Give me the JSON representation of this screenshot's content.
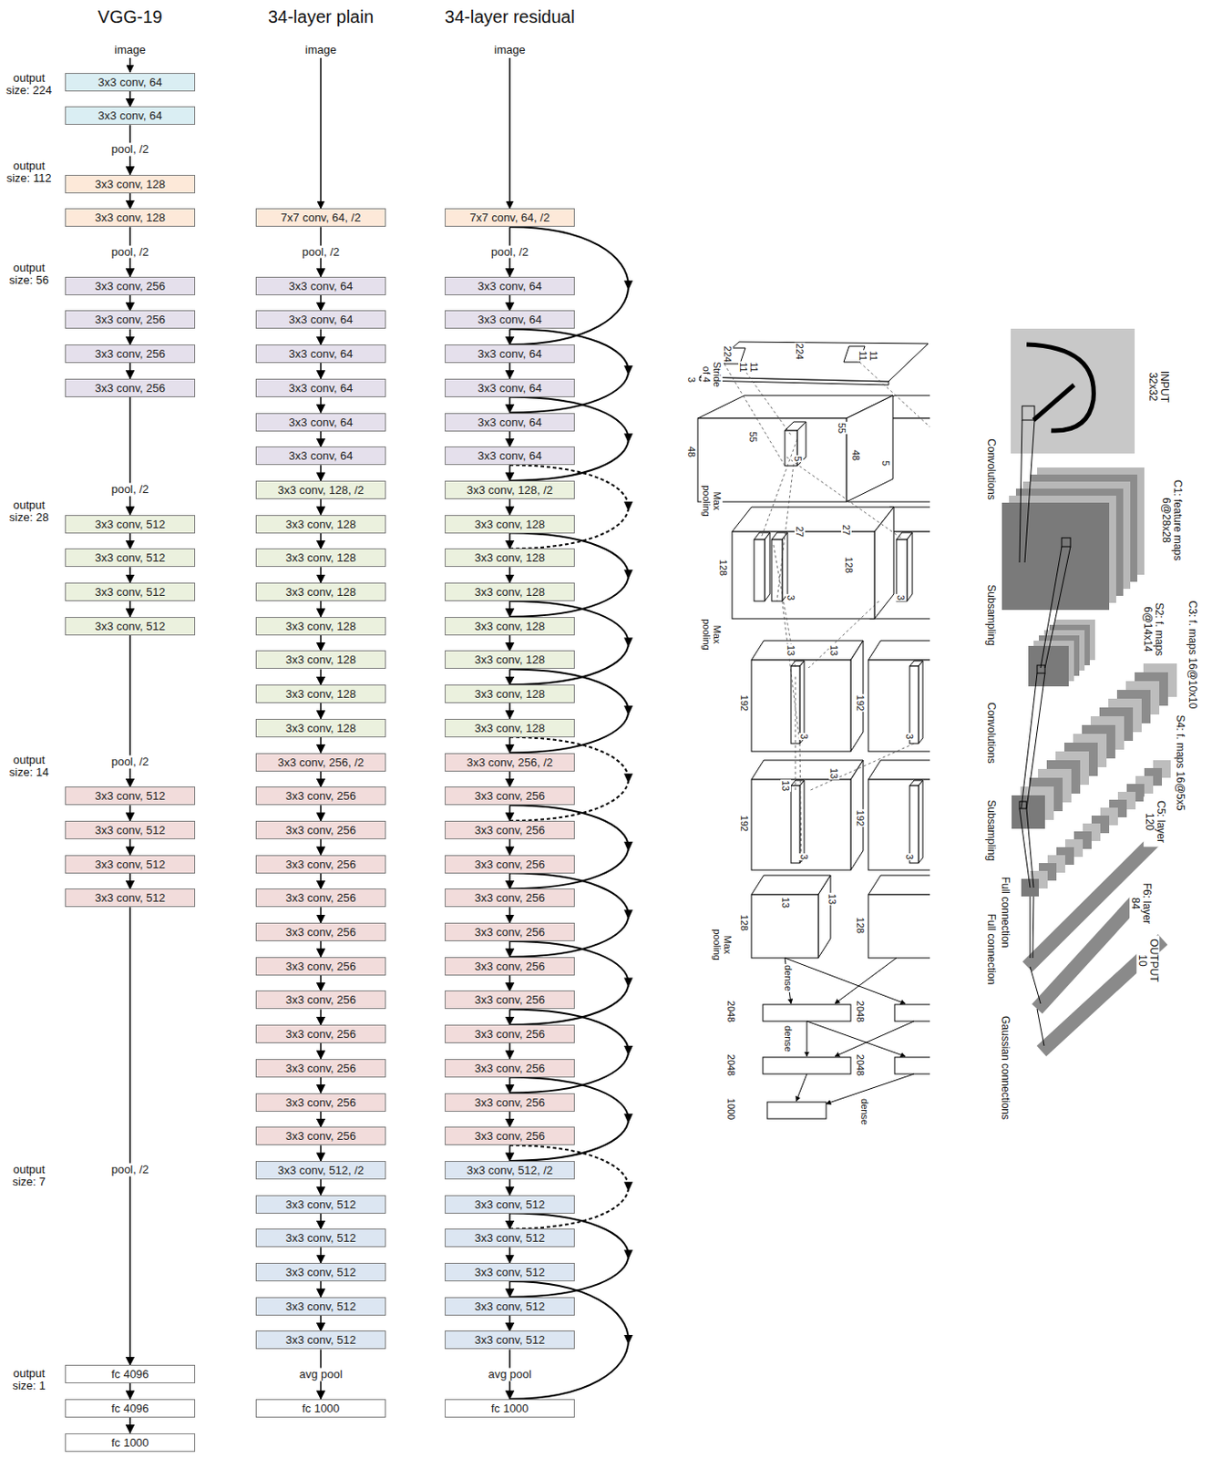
{
  "diagram": {
    "nodes": [
      {
        "text": [
          "3x3 conv, 64"
        ]
      },
      {
        "text": [
          "3x3 conv, 64"
        ]
      },
      {
        "text": [
          "3x3 conv, 128"
        ]
      },
      {
        "text": [
          "3x3 conv, 128"
        ]
      },
      {
        "text": [
          "3x3 conv, 256"
        ]
      },
      {
        "text": [
          "3x3 conv, 256"
        ]
      },
      {
        "text": [
          "3x3 conv, 256"
        ]
      },
      {
        "text": [
          "3x3 conv, 256"
        ]
      },
      {
        "text": [
          "3x3 conv, 512"
        ]
      },
      {
        "text": [
          "3x3 conv, 512"
        ]
      },
      {
        "text": [
          "3x3 conv, 512"
        ]
      },
      {
        "text": [
          "3x3 conv, 512"
        ]
      },
      {
        "text": [
          "3x3 conv, 512"
        ]
      },
      {
        "text": [
          "3x3 conv, 512"
        ]
      },
      {
        "text": [
          "3x3 conv, 512"
        ]
      },
      {
        "text": [
          "3x3 conv, 512"
        ]
      },
      {
        "text": [
          "fc 4096"
        ]
      },
      {
        "text": [
          "fc 4096"
        ]
      },
      {
        "text": [
          "fc 1000"
        ]
      },
      {
        "text": [
          "7x7 conv, 64, /2"
        ]
      },
      {
        "text": [
          "3x3 conv, 64"
        ]
      },
      {
        "text": [
          "3x3 conv, 64"
        ]
      },
      {
        "text": [
          "3x3 conv, 64"
        ]
      },
      {
        "text": [
          "3x3 conv, 64"
        ]
      },
      {
        "text": [
          "3x3 conv, 64"
        ]
      },
      {
        "text": [
          "3x3 conv, 64"
        ]
      },
      {
        "text": [
          "3x3 conv, 128, /2"
        ]
      },
      {
        "text": [
          "3x3 conv, 128"
        ]
      },
      {
        "text": [
          "3x3 conv, 128"
        ]
      },
      {
        "text": [
          "3x3 conv, 128"
        ]
      },
      {
        "text": [
          "3x3 conv, 128"
        ]
      },
      {
        "text": [
          "3x3 conv, 128"
        ]
      },
      {
        "text": [
          "3x3 conv, 128"
        ]
      },
      {
        "text": [
          "3x3 conv, 128"
        ]
      },
      {
        "text": [
          "3x3 conv, 256, /2"
        ]
      },
      {
        "text": [
          "3x3 conv, 256"
        ]
      },
      {
        "text": [
          "3x3 conv, 256"
        ]
      },
      {
        "text": [
          "3x3 conv, 256"
        ]
      },
      {
        "text": [
          "3x3 conv, 256"
        ]
      },
      {
        "text": [
          "3x3 conv, 256"
        ]
      },
      {
        "text": [
          "3x3 conv, 256"
        ]
      },
      {
        "text": [
          "3x3 conv, 256"
        ]
      },
      {
        "text": [
          "3x3 conv, 256"
        ]
      },
      {
        "text": [
          "3x3 conv, 256"
        ]
      },
      {
        "text": [
          "3x3 conv, 256"
        ]
      },
      {
        "text": [
          "3x3 conv, 256"
        ]
      },
      {
        "text": [
          "3x3 conv, 512, /2"
        ]
      },
      {
        "text": [
          "3x3 conv, 512"
        ]
      },
      {
        "text": [
          "3x3 conv, 512"
        ]
      },
      {
        "text": [
          "3x3 conv, 512"
        ]
      },
      {
        "text": [
          "3x3 conv, 512"
        ]
      },
      {
        "text": [
          "3x3 conv, 512"
        ]
      },
      {
        "text": [
          "fc 1000"
        ]
      },
      {
        "text": [
          "7x7 conv, 64, /2"
        ]
      },
      {
        "text": [
          "3x3 conv, 64"
        ]
      },
      {
        "text": [
          "3x3 conv, 64"
        ]
      },
      {
        "text": [
          "3x3 conv, 64"
        ]
      },
      {
        "text": [
          "3x3 conv, 64"
        ]
      },
      {
        "text": [
          "3x3 conv, 64"
        ]
      },
      {
        "text": [
          "3x3 conv, 64"
        ]
      },
      {
        "text": [
          "3x3 conv, 128, /2"
        ]
      },
      {
        "text": [
          "3x3 conv, 128"
        ]
      },
      {
        "text": [
          "3x3 conv, 128"
        ]
      },
      {
        "text": [
          "3x3 conv, 128"
        ]
      },
      {
        "text": [
          "3x3 conv, 128"
        ]
      },
      {
        "text": [
          "3x3 conv, 128"
        ]
      },
      {
        "text": [
          "3x3 conv, 128"
        ]
      },
      {
        "text": [
          "3x3 conv, 128"
        ]
      },
      {
        "text": [
          "3x3 conv, 256, /2"
        ]
      },
      {
        "text": [
          "3x3 conv, 256"
        ]
      },
      {
        "text": [
          "3x3 conv, 256"
        ]
      },
      {
        "text": [
          "3x3 conv, 256"
        ]
      },
      {
        "text": [
          "3x3 conv, 256"
        ]
      },
      {
        "text": [
          "3x3 conv, 256"
        ]
      },
      {
        "text": [
          "3x3 conv, 256"
        ]
      },
      {
        "text": [
          "3x3 conv, 256"
        ]
      },
      {
        "text": [
          "3x3 conv, 256"
        ]
      },
      {
        "text": [
          "3x3 conv, 256"
        ]
      },
      {
        "text": [
          "3x3 conv, 256"
        ]
      },
      {
        "text": [
          "3x3 conv, 256"
        ]
      },
      {
        "text": [
          "3x3 conv, 512, /2"
        ]
      },
      {
        "text": [
          "3x3 conv, 512"
        ]
      },
      {
        "text": [
          "3x3 conv, 512"
        ]
      },
      {
        "text": [
          "3x3 conv, 512"
        ]
      },
      {
        "text": [
          "3x3 conv, 512"
        ]
      },
      {
        "text": [
          "3x3 conv, 512"
        ]
      },
      {
        "text": [
          "fc 1000"
        ]
      }
    ],
    "edges": [
      {
        "from": 0,
        "to": 1,
        "arrow": "to"
      },
      {
        "from": 1,
        "to": 2,
        "arrow": "to",
        "label": "pool, /2"
      },
      {
        "from": 2,
        "to": 3,
        "arrow": "to"
      },
      {
        "from": 3,
        "to": 4,
        "arrow": "to",
        "label": "pool, /2"
      },
      {
        "from": 4,
        "to": 5,
        "arrow": "to"
      },
      {
        "from": 5,
        "to": 6,
        "arrow": "to"
      },
      {
        "from": 6,
        "to": 7,
        "arrow": "to"
      },
      {
        "from": 7,
        "to": 8,
        "arrow": "to",
        "label": "pool, /2"
      },
      {
        "from": 8,
        "to": 9,
        "arrow": "to"
      },
      {
        "from": 9,
        "to": 10,
        "arrow": "to"
      },
      {
        "from": 10,
        "to": 11,
        "arrow": "to"
      },
      {
        "from": 11,
        "to": 12,
        "arrow": "to",
        "label": "pool, /2"
      },
      {
        "from": 12,
        "to": 13,
        "arrow": "to"
      },
      {
        "from": 13,
        "to": 14,
        "arrow": "to"
      },
      {
        "from": 14,
        "to": 15,
        "arrow": "to"
      },
      {
        "from": 15,
        "to": 16,
        "arrow": "to",
        "label": "pool, /2"
      },
      {
        "from": 16,
        "to": 17,
        "arrow": "to"
      },
      {
        "from": 17,
        "to": 18,
        "arrow": "to"
      },
      {
        "from": 19,
        "to": 20,
        "arrow": "to",
        "label": "pool, /2"
      },
      {
        "from": 20,
        "to": 21,
        "arrow": "to"
      },
      {
        "from": 21,
        "to": 22,
        "arrow": "to"
      },
      {
        "from": 22,
        "to": 23,
        "arrow": "to"
      },
      {
        "from": 23,
        "to": 24,
        "arrow": "to"
      },
      {
        "from": 24,
        "to": 25,
        "arrow": "to"
      },
      {
        "from": 25,
        "to": 26,
        "arrow": "to"
      },
      {
        "from": 26,
        "to": 27,
        "arrow": "to"
      },
      {
        "from": 27,
        "to": 28,
        "arrow": "to"
      },
      {
        "from": 28,
        "to": 29,
        "arrow": "to"
      },
      {
        "from": 29,
        "to": 30,
        "arrow": "to"
      },
      {
        "from": 30,
        "to": 31,
        "arrow": "to"
      },
      {
        "from": 31,
        "to": 32,
        "arrow": "to"
      },
      {
        "from": 32,
        "to": 33,
        "arrow": "to"
      },
      {
        "from": 33,
        "to": 34,
        "arrow": "to"
      },
      {
        "from": 34,
        "to": 35,
        "arrow": "to"
      },
      {
        "from": 35,
        "to": 36,
        "arrow": "to"
      },
      {
        "from": 36,
        "to": 37,
        "arrow": "to"
      },
      {
        "from": 37,
        "to": 38,
        "arrow": "to"
      },
      {
        "from": 38,
        "to": 39,
        "arrow": "to"
      },
      {
        "from": 39,
        "to": 40,
        "arrow": "to"
      },
      {
        "from": 40,
        "to": 41,
        "arrow": "to"
      },
      {
        "from": 41,
        "to": 42,
        "arrow": "to"
      },
      {
        "from": 42,
        "to": 43,
        "arrow": "to"
      },
      {
        "from": 43,
        "to": 44,
        "arrow": "to"
      },
      {
        "from": 44,
        "to": 45,
        "arrow": "to"
      },
      {
        "from": 45,
        "to": 46,
        "arrow": "to"
      },
      {
        "from": 46,
        "to": 47,
        "arrow": "to"
      },
      {
        "from": 47,
        "to": 48,
        "arrow": "to"
      },
      {
        "from": 48,
        "to": 49,
        "arrow": "to"
      },
      {
        "from": 49,
        "to": 50,
        "arrow": "to"
      },
      {
        "from": 50,
        "to": 51,
        "arrow": "to"
      },
      {
        "from": 51,
        "to": 52,
        "arrow": "to",
        "label": "avg pool"
      },
      {
        "from": 53,
        "to": 54,
        "arrow": "to",
        "label": "pool, /2"
      },
      {
        "from": 54,
        "to": 55,
        "arrow": "to"
      },
      {
        "from": 55,
        "to": 56,
        "arrow": "to"
      },
      {
        "from": 56,
        "to": 57,
        "arrow": "to"
      },
      {
        "from": 57,
        "to": 58,
        "arrow": "to"
      },
      {
        "from": 58,
        "to": 59,
        "arrow": "to"
      },
      {
        "from": 59,
        "to": 60,
        "arrow": "to"
      },
      {
        "from": 60,
        "to": 61,
        "arrow": "to"
      },
      {
        "from": 61,
        "to": 62,
        "arrow": "to"
      },
      {
        "from": 62,
        "to": 63,
        "arrow": "to"
      },
      {
        "from": 63,
        "to": 64,
        "arrow": "to"
      },
      {
        "from": 64,
        "to": 65,
        "arrow": "to"
      },
      {
        "from": 65,
        "to": 66,
        "arrow": "to"
      },
      {
        "from": 66,
        "to": 67,
        "arrow": "to"
      },
      {
        "from": 67,
        "to": 68,
        "arrow": "to"
      },
      {
        "from": 68,
        "to": 69,
        "arrow": "to"
      },
      {
        "from": 69,
        "to": 70,
        "arrow": "to"
      },
      {
        "from": 70,
        "to": 71,
        "arrow": "to"
      },
      {
        "from": 71,
        "to": 72,
        "arrow": "to"
      },
      {
        "from": 72,
        "to": 73,
        "arrow": "to"
      },
      {
        "from": 73,
        "to": 74,
        "arrow": "to"
      },
      {
        "from": 74,
        "to": 75,
        "arrow": "to"
      },
      {
        "from": 75,
        "to": 76,
        "arrow": "to"
      },
      {
        "from": 76,
        "to": 77,
        "arrow": "to"
      },
      {
        "from": 77,
        "to": 78,
        "arrow": "to"
      },
      {
        "from": 78,
        "to": 79,
        "arrow": "to"
      },
      {
        "from": 79,
        "to": 80,
        "arrow": "to"
      },
      {
        "from": 80,
        "to": 81,
        "arrow": "to"
      },
      {
        "from": 81,
        "to": 82,
        "arrow": "to"
      },
      {
        "from": 82,
        "to": 83,
        "arrow": "to"
      },
      {
        "from": 83,
        "to": 84,
        "arrow": "to"
      },
      {
        "from": 84,
        "to": 85,
        "arrow": "to"
      },
      {
        "from": 85,
        "to": 86,
        "arrow": "to",
        "label": "avg pool"
      },
      {
        "from": 53,
        "to": 56,
        "arrow": "to"
      },
      {
        "from": 55,
        "to": 58,
        "arrow": "to"
      },
      {
        "from": 57,
        "to": 60,
        "arrow": "to"
      },
      {
        "from": 59,
        "to": 62,
        "arrow": "to"
      },
      {
        "from": 61,
        "to": 64,
        "arrow": "to"
      },
      {
        "from": 63,
        "to": 66,
        "arrow": "to"
      },
      {
        "from": 65,
        "to": 68,
        "arrow": "to"
      },
      {
        "from": 67,
        "to": 70,
        "arrow": "to"
      },
      {
        "from": 69,
        "to": 72,
        "arrow": "to"
      },
      {
        "from": 71,
        "to": 74,
        "arrow": "to"
      },
      {
        "from": 73,
        "to": 76,
        "arrow": "to"
      },
      {
        "from": 75,
        "to": 78,
        "arrow": "to"
      },
      {
        "from": 77,
        "to": 80,
        "arrow": "to"
      },
      {
        "from": 79,
        "to": 82,
        "arrow": "to"
      },
      {
        "from": 81,
        "to": 84,
        "arrow": "to"
      },
      {
        "from": 83,
        "to": 86,
        "arrow": "to"
      }
    ],
    "labels": [
      "VGG-19",
      "34-layer plain",
      "34-layer residual",
      "image",
      "image",
      "image",
      "output size: 224",
      "output size: 112",
      "output size: 56",
      "output size: 28",
      "output size: 14",
      "output size: 7",
      "output size: 1",
      "224",
      "11",
      "11",
      "224",
      "11",
      "11",
      "3",
      "Stride of 4",
      "48",
      "55",
      "5",
      "55",
      "48",
      "5",
      "Max pooling",
      "128",
      "27",
      "3",
      "27",
      "128",
      "3",
      "Max pooling",
      "192",
      "13",
      "13",
      "3",
      "192",
      "3",
      "192",
      "13",
      "13",
      "3",
      "192",
      "3",
      "128",
      "Max pooling",
      "13",
      "13",
      "128",
      "dense",
      "2048",
      "2048",
      "dense",
      "2048",
      "2048",
      "1000",
      "dense",
      "INPUT 32x32",
      "C1: feature maps 6@28x28",
      "S2: f. maps 6@14x14",
      "C3: f. maps 16@10x10",
      "S4: f. maps 16@5x5",
      "C5: layer 120",
      "F6: layer 84",
      "OUTPUT 10",
      "Convolutions",
      "Subsampling",
      "Convolutions",
      "Subsampling",
      "Full connection",
      "Full connection",
      "Gaussian connections"
    ]
  }
}
